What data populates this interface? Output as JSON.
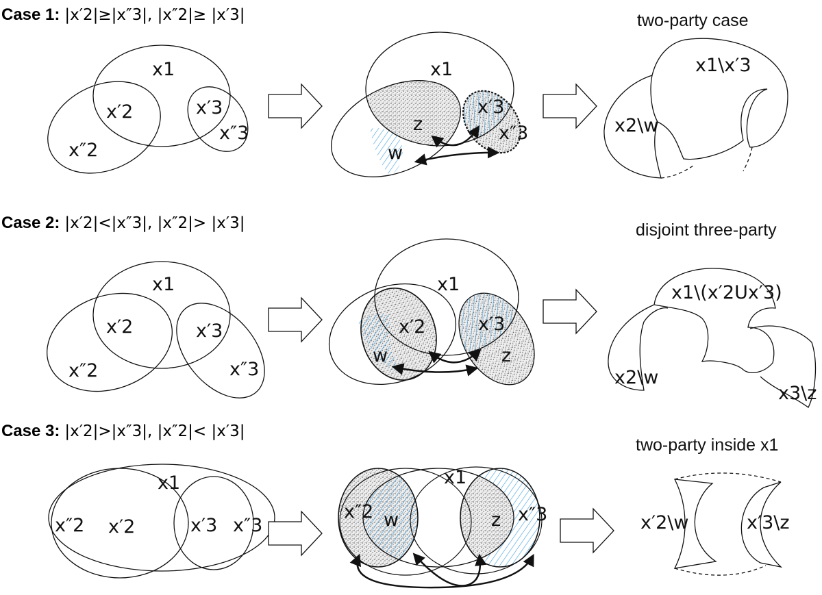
{
  "cases": [
    {
      "title": "Case 1",
      "condition": "|x′2|≥|x″3|, |x″2|≥ |x′3|",
      "result": "two-party case",
      "panel1": {
        "x1": "x1",
        "x2p": "x′2",
        "x2pp": "x″2",
        "x3p": "x′3",
        "x3pp": "x″3"
      },
      "panel2": {
        "x1": "x1",
        "z": "z",
        "w": "w",
        "x3p": "x′3",
        "x3pp": "x″3"
      },
      "panel3": {
        "a": "x1\\x′3",
        "b": "x2\\w"
      }
    },
    {
      "title": "Case 2",
      "condition": "|x′2|<|x″3|, |x″2|> |x′3|",
      "result": "disjoint three-party",
      "panel1": {
        "x1": "x1",
        "x2p": "x′2",
        "x2pp": "x″2",
        "x3p": "x′3",
        "x3pp": "x″3"
      },
      "panel2": {
        "x1": "x1",
        "x2p": "x′2",
        "w": "w",
        "x3p": "x′3",
        "z": "z"
      },
      "panel3": {
        "a": "x1\\(x′2Ux′3)",
        "b": "x2\\w",
        "c": "x3\\z"
      }
    },
    {
      "title": "Case 3",
      "condition": "|x′2|>|x″3|, |x″2|< |x′3|",
      "result": "two-party inside x1",
      "panel1": {
        "x1": "x1",
        "x2p": "x′2",
        "x2pp": "x″2",
        "x3p": "x′3",
        "x3pp": "x″3"
      },
      "panel2": {
        "x1": "x1",
        "x2pp": "x″2",
        "w": "w",
        "z": "z",
        "x3pp": "x″3"
      },
      "panel3": {
        "a": "x′2\\w",
        "b": "x′3\\z"
      }
    }
  ],
  "colors": {
    "hatch": "#4aa3df",
    "stipple": "#777777",
    "line": "#111111"
  }
}
